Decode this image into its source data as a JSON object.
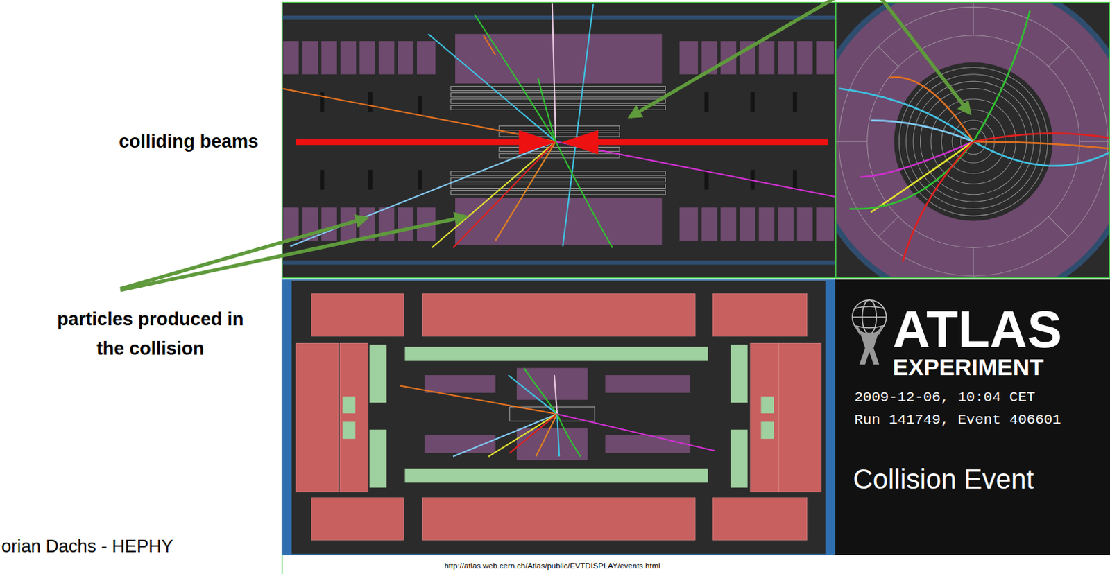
{
  "diagram": {
    "labels": [
      "colliding beams",
      "particles produced in the collision",
      "orian Dachs - HEPHY",
      "ATLAS",
      "EXPERIMENT",
      "2009-12-06, 10:04 CET",
      "Run 141749, Event 406601",
      "Collision Event",
      "http://atlas.web.cern.ch/Atlas/public/EVTDISPLAY/events.html"
    ]
  }
}
